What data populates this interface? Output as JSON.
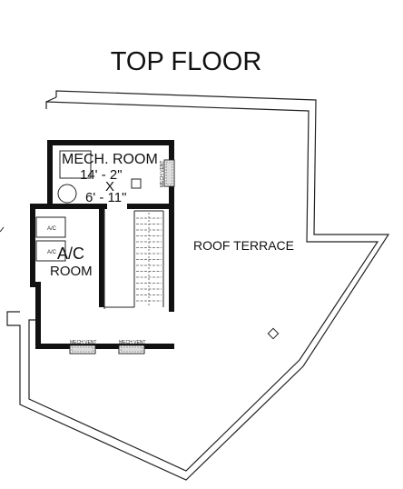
{
  "title": "TOP FLOOR",
  "rooms": {
    "mech_room": {
      "name": "MECH. ROOM",
      "dim_w": "14' - 2\"",
      "dim_x": "X",
      "dim_d": "6' - 11\""
    },
    "ac_room": {
      "name_line1": "A/C",
      "name_line2": "ROOM",
      "unit1": "A/C",
      "unit2": "A/C"
    },
    "roof_terrace": {
      "name": "ROOF TERRACE"
    }
  },
  "vents": {
    "side_vent": "MECH VENT",
    "bottom_vent_left": "MECH VENT",
    "bottom_vent_right": "MECH VENT"
  },
  "colors": {
    "wall": "#111111",
    "line": "#222222",
    "background": "#ffffff"
  }
}
